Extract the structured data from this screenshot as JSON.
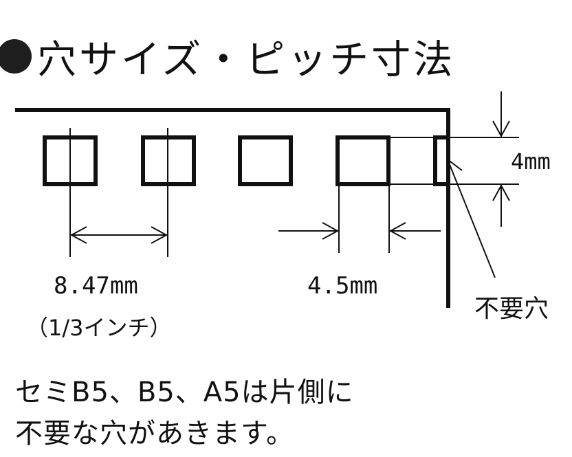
{
  "title": "穴サイズ・ピッチ寸法",
  "labels": {
    "pitch": "8.47mm",
    "pitch_sub": "（1/3インチ）",
    "hole_width": "4.5mm",
    "hole_height": "4mm",
    "unneeded_hole": "不要穴"
  },
  "note": {
    "line1": "セミB5、B5、A5は片側に",
    "line2": "不要な穴があきます。"
  }
}
